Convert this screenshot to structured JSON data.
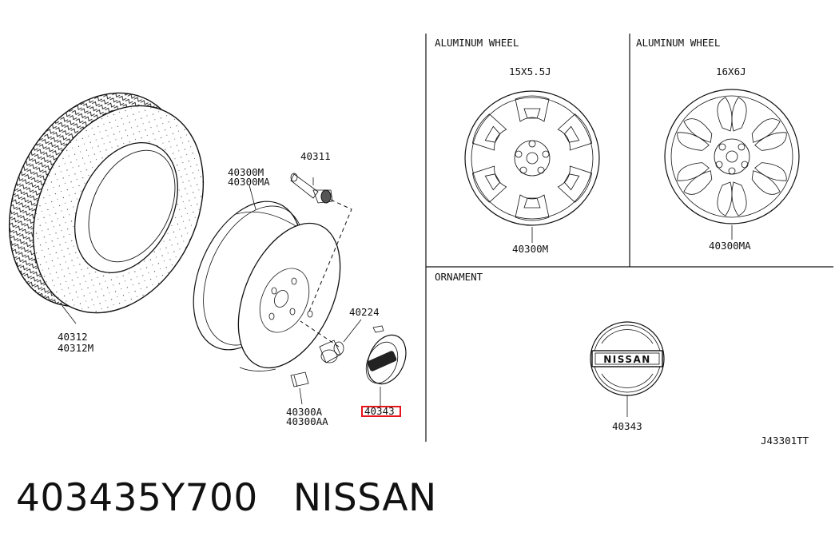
{
  "diagram": {
    "labels": {
      "tire_1": "40312",
      "tire_2": "40312M",
      "wheel_1": "40300M",
      "wheel_2": "40300MA",
      "valve": "40311",
      "nut": "40224",
      "weight_1": "40300A",
      "weight_2": "40300AA",
      "ornament_highlight": "40343"
    },
    "panels": {
      "wheel_a": {
        "title": "ALUMINUM WHEEL",
        "size": "15X5.5J",
        "part": "40300M"
      },
      "wheel_b": {
        "title": "ALUMINUM WHEEL",
        "size": "16X6J",
        "part": "40300MA"
      },
      "ornament": {
        "title": "ORNAMENT",
        "part": "40343",
        "logo_text": "NISSAN"
      }
    },
    "drawing_code": "J43301TT",
    "highlight_color": "#e8141c"
  },
  "caption": {
    "part_number": "403435Y700",
    "brand": "NISSAN"
  }
}
